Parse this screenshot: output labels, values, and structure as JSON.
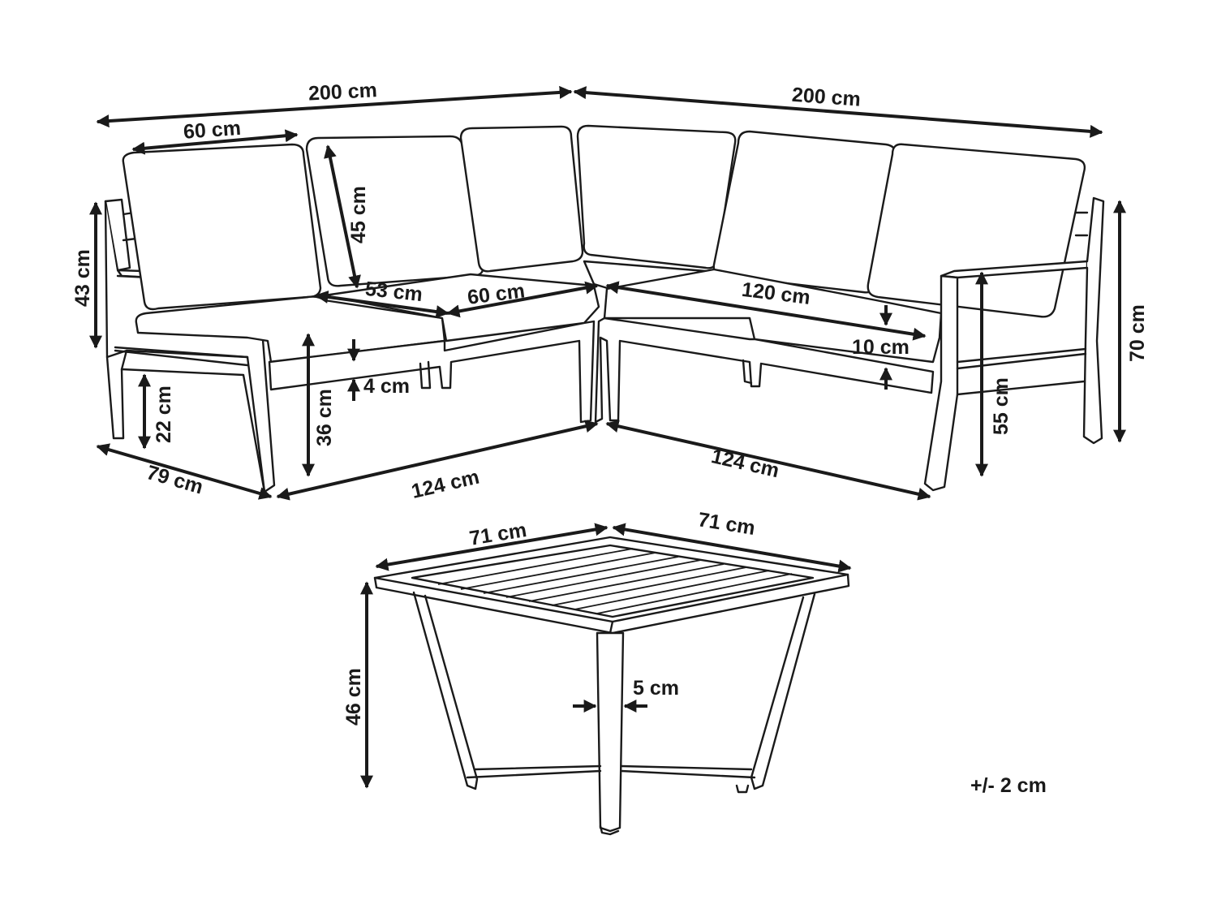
{
  "sofa": {
    "top_left_width": "200 cm",
    "top_right_width": "200 cm",
    "back_cushion_width": "60 cm",
    "back_cushion_height": "45 cm",
    "armrest_height": "43 cm",
    "seat_depth": "53 cm",
    "seat_cushion_width": "60 cm",
    "double_cushion_width": "120 cm",
    "cushion_thickness_right": "10 cm",
    "cushion_gap": "4 cm",
    "leg_clearance": "22 cm",
    "seat_height": "36 cm",
    "side_depth": "79 cm",
    "bottom_left_length": "124 cm",
    "bottom_right_length": "124 cm",
    "arm_height": "55 cm",
    "total_height": "70 cm"
  },
  "table": {
    "width_left": "71 cm",
    "width_right": "71 cm",
    "height": "46 cm",
    "leg_width": "5 cm"
  },
  "tolerance": "+/- 2 cm",
  "colors": {
    "ink": "#1a1a1a",
    "background": "#ffffff"
  }
}
